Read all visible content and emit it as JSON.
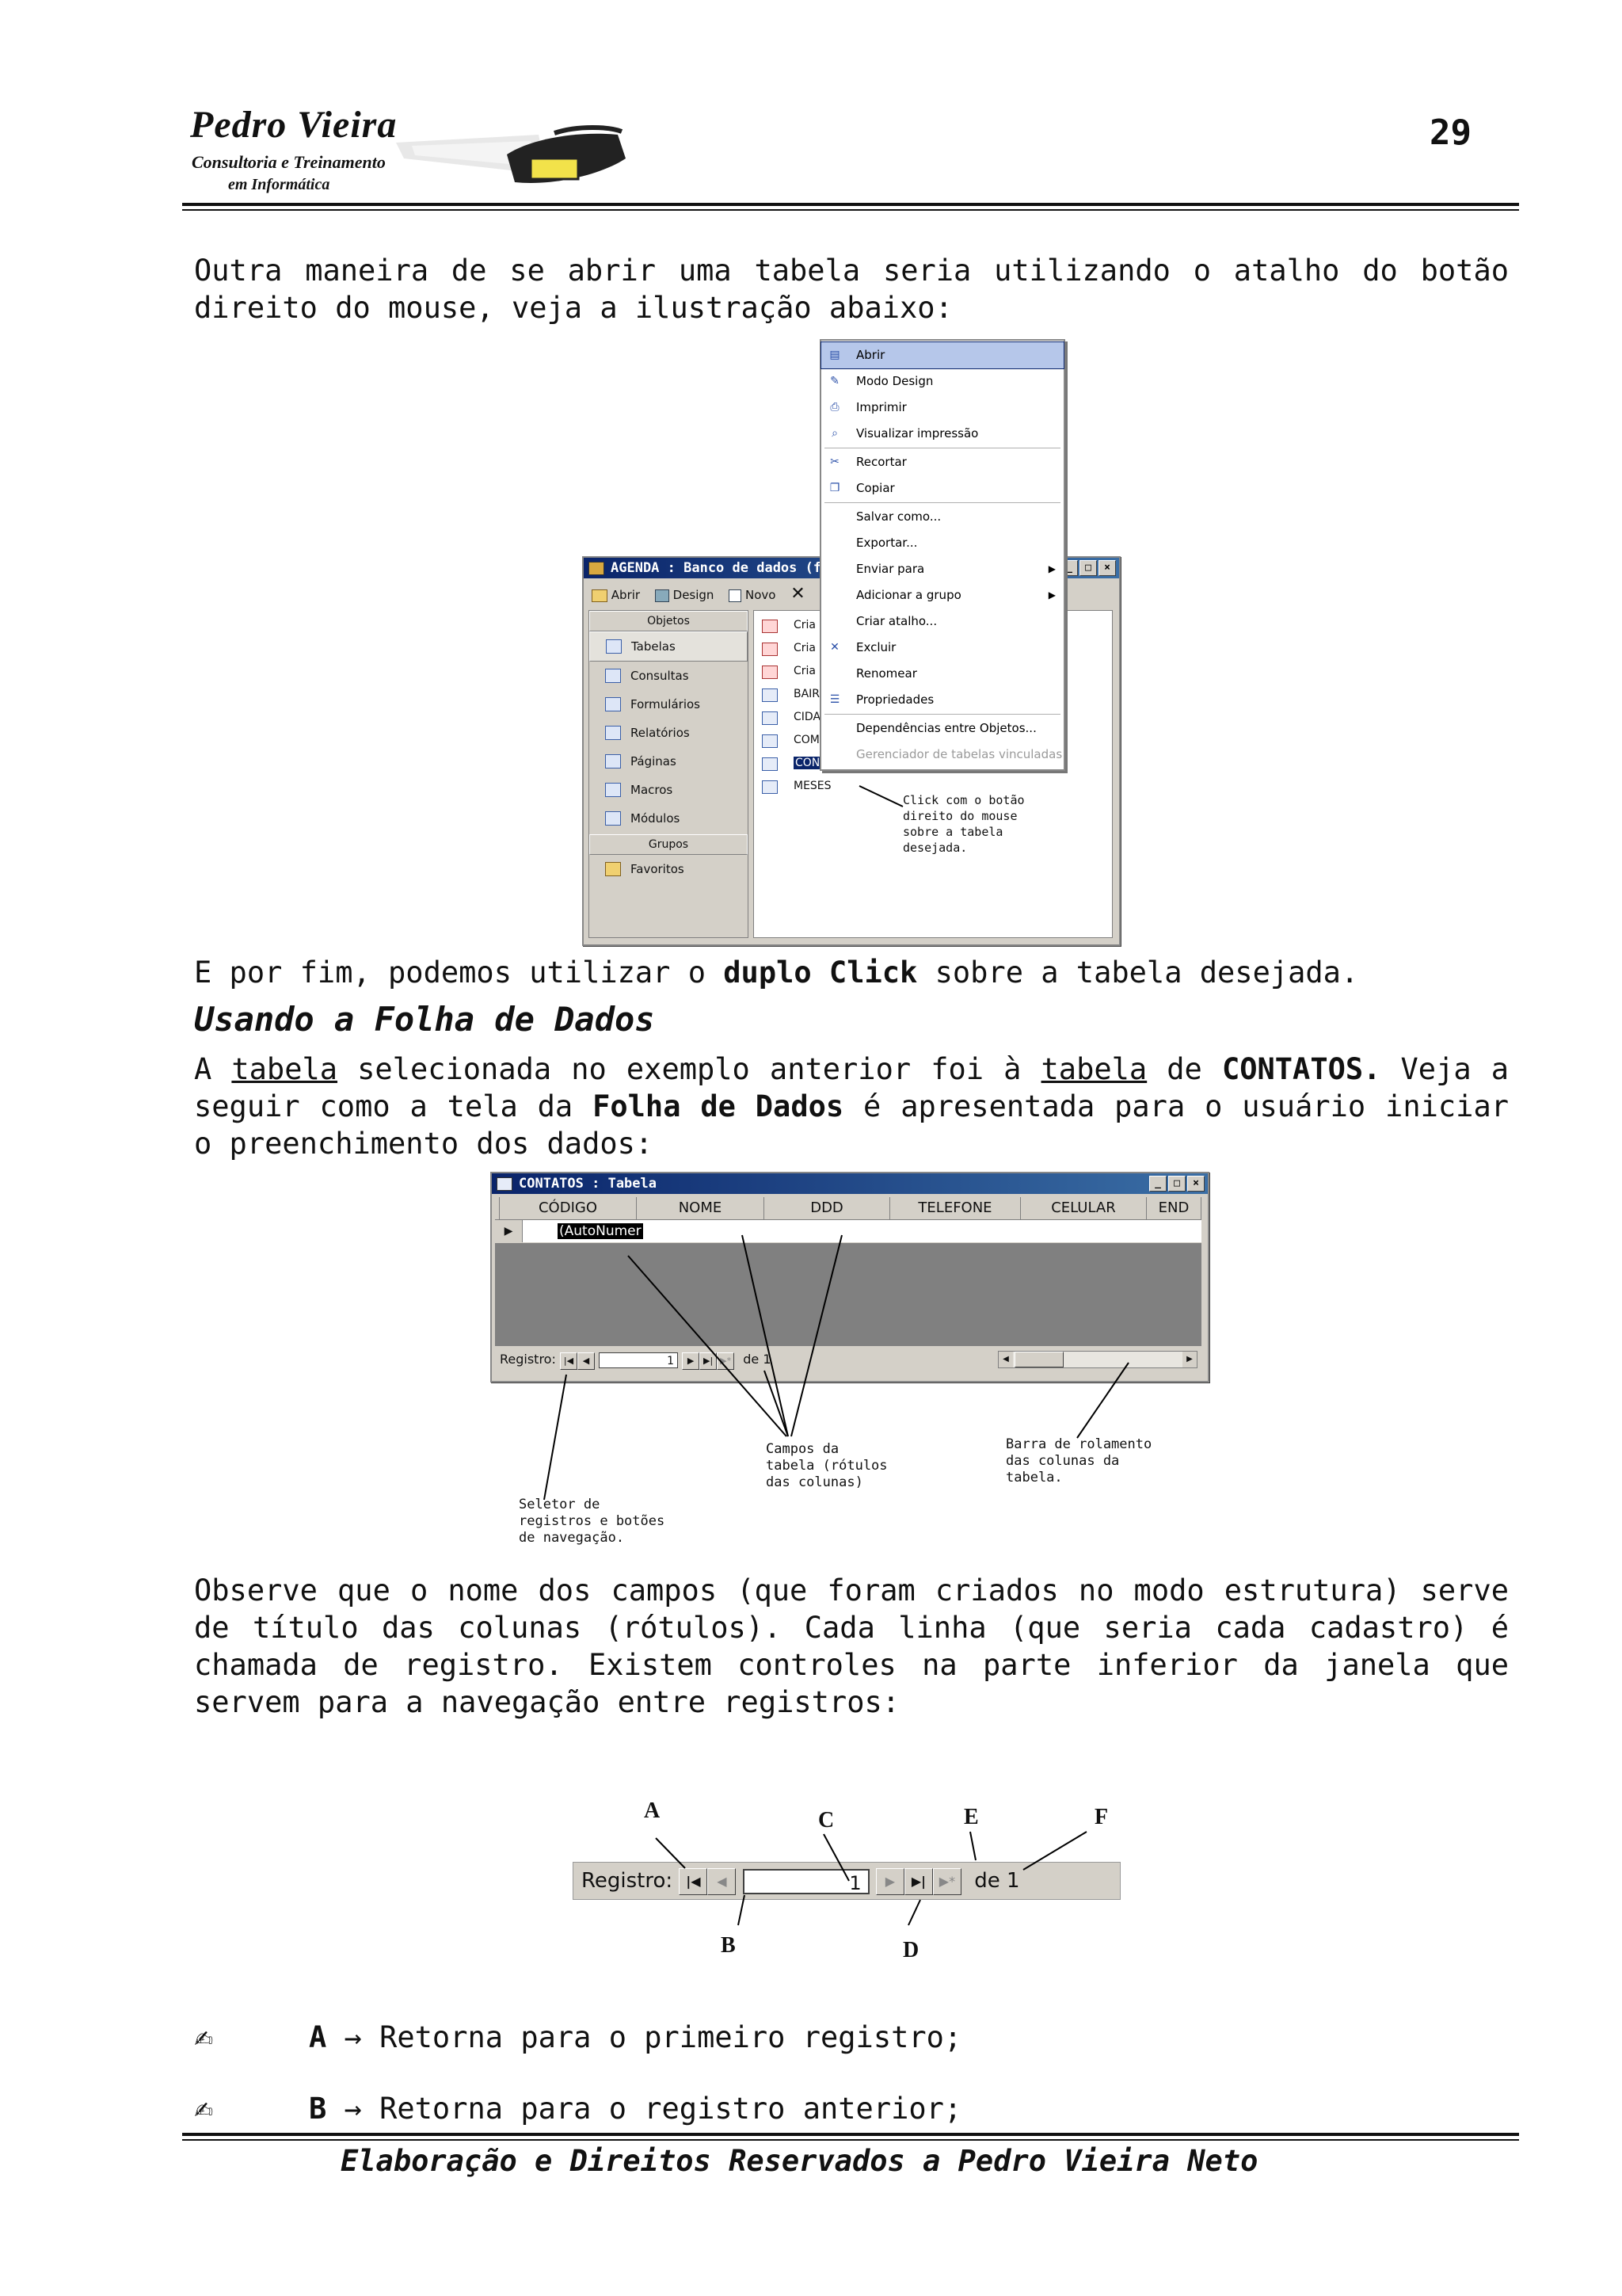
{
  "header": {
    "logo_name": "Pedro Vieira",
    "logo_tagline_1": "Consultoria e Treinamento",
    "logo_tagline_2": "em Informática",
    "page_number": "29"
  },
  "intro": {
    "text": "Outra maneira de se abrir uma tabela seria utilizando o atalho do botão direito do mouse, veja a ilustração abaixo:"
  },
  "figure1": {
    "window_title": "AGENDA : Banco de dados (formato",
    "toolbar": {
      "abrir": "Abrir",
      "design": "Design",
      "novo": "Novo"
    },
    "objects_header": "Objetos",
    "objects": [
      "Tabelas",
      "Consultas",
      "Formulários",
      "Relatórios",
      "Páginas",
      "Macros",
      "Módulos"
    ],
    "groups_header": "Grupos",
    "groups": [
      "Favoritos"
    ],
    "list": [
      "Cria",
      "Cria",
      "Cria",
      "BAIR",
      "CIDA",
      "COM",
      "CONTATOS",
      "MESES"
    ],
    "context_menu": [
      {
        "label": "Abrir",
        "icon": "open-icon"
      },
      {
        "label": "Modo Design",
        "icon": "design-icon"
      },
      {
        "label": "Imprimir",
        "icon": "print-icon"
      },
      {
        "label": "Visualizar impressão",
        "icon": "preview-icon"
      },
      {
        "label": "Recortar",
        "icon": "cut-icon"
      },
      {
        "label": "Copiar",
        "icon": "copy-icon"
      },
      {
        "label": "Salvar como...",
        "icon": ""
      },
      {
        "label": "Exportar...",
        "icon": ""
      },
      {
        "label": "Enviar para",
        "icon": ""
      },
      {
        "label": "Adicionar a grupo",
        "icon": ""
      },
      {
        "label": "Criar atalho...",
        "icon": ""
      },
      {
        "label": "Excluir",
        "icon": "delete-icon"
      },
      {
        "label": "Renomear",
        "icon": ""
      },
      {
        "label": "Propriedades",
        "icon": "properties-icon"
      },
      {
        "label": "Dependências entre Objetos...",
        "icon": ""
      },
      {
        "label": "Gerenciador de tabelas vinculadas",
        "icon": ""
      }
    ],
    "callout": "Click com o botão\ndireito do mouse\nsobre a tabela\ndesejada."
  },
  "para2": {
    "pre": "E por fim, podemos utilizar o ",
    "bold": "duplo Click",
    "post": " sobre a tabela desejada."
  },
  "section": {
    "heading": "Usando a Folha de Dados"
  },
  "para3": {
    "t1": "A ",
    "u1": "tabela",
    "t2": " selecionada no exemplo anterior foi à ",
    "u2": "tabela",
    "t3": " de ",
    "b1": "CONTATOS.",
    "t4": " Veja a seguir como a tela da ",
    "b2": "Folha de Dados",
    "t5": " é apresentada para o usuário iniciar o preenchimento dos dados:"
  },
  "figure2": {
    "window_title": "CONTATOS : Tabela",
    "columns": [
      "CÓDIGO",
      "NOME",
      "DDD",
      "TELEFONE",
      "CELULAR",
      "END"
    ],
    "new_row_value": "(AutoNumer",
    "nav_label": "Registro:",
    "record_value": "1",
    "record_total": "de 1",
    "callout_fields": "Campos da\ntabela (rótulos\ndas colunas)",
    "callout_scroll": "Barra de rolamento\ndas colunas da\ntabela.",
    "callout_selector": "Seletor de\nregistros e botões\nde navegação."
  },
  "para4": {
    "text": "Observe que o nome dos campos (que foram criados no modo estrutura) serve de título das colunas (rótulos). Cada linha (que seria cada cadastro) é chamada de registro. Existem controles na parte inferior da janela que servem para a navegação entre registros:"
  },
  "figure3": {
    "nav_label": "Registro:",
    "record_value": "1",
    "record_total": "de 1",
    "labels": {
      "a": "A",
      "b": "B",
      "c": "C",
      "d": "D",
      "e": "E",
      "f": "F"
    }
  },
  "bullets": [
    {
      "letter": "A",
      "text": "Retorna para o primeiro registro;"
    },
    {
      "letter": "B",
      "text": "Retorna para o registro anterior;"
    }
  ],
  "footer": {
    "text": "Elaboração e Direitos Reservados a Pedro Vieira Neto"
  }
}
